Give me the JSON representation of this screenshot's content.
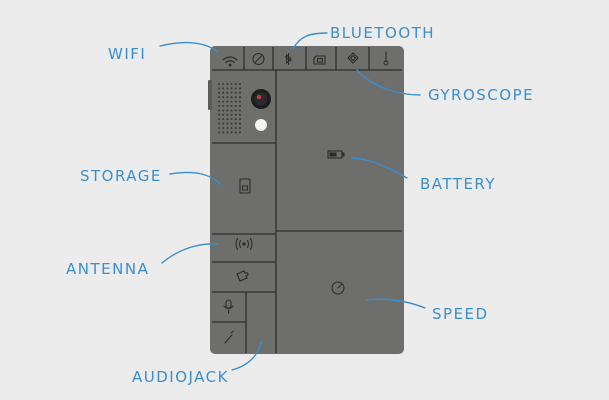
{
  "diagram": {
    "labels": {
      "wifi": "WIFI",
      "bluetooth": "BLUETOOTH",
      "gyroscope": "GYROSCOPE",
      "storage": "STORAGE",
      "battery": "BATTERY",
      "antenna": "ANTENNA",
      "speed": "SPEED",
      "audiojack": "AUDIOJACK"
    },
    "colors": {
      "background": "#ececec",
      "phone_body": "#6e6e6c",
      "module_line": "#2f2f2e",
      "label_text": "#3a8fd0",
      "leader_line": "#3a8fd0",
      "icon": "#2c2c2b"
    },
    "modules": [
      {
        "id": "wifi",
        "icon": "wifi-icon"
      },
      {
        "id": "compass",
        "icon": "compass-icon"
      },
      {
        "id": "bluetooth",
        "icon": "bluetooth-icon"
      },
      {
        "id": "sim",
        "icon": "sim-card-icon"
      },
      {
        "id": "gyroscope",
        "icon": "gyroscope-icon"
      },
      {
        "id": "thermometer",
        "icon": "thermometer-icon"
      },
      {
        "id": "speaker",
        "icon": "speaker-grille-icon"
      },
      {
        "id": "camera",
        "icon": "camera-lens-icon"
      },
      {
        "id": "flash",
        "icon": "flash-icon"
      },
      {
        "id": "battery",
        "icon": "battery-icon"
      },
      {
        "id": "storage",
        "icon": "storage-icon"
      },
      {
        "id": "antenna",
        "icon": "antenna-icon"
      },
      {
        "id": "puzzle",
        "icon": "puzzle-icon"
      },
      {
        "id": "speed",
        "icon": "speedometer-icon"
      },
      {
        "id": "microphone",
        "icon": "microphone-icon"
      },
      {
        "id": "audiojack",
        "icon": "audiojack-icon"
      }
    ]
  }
}
